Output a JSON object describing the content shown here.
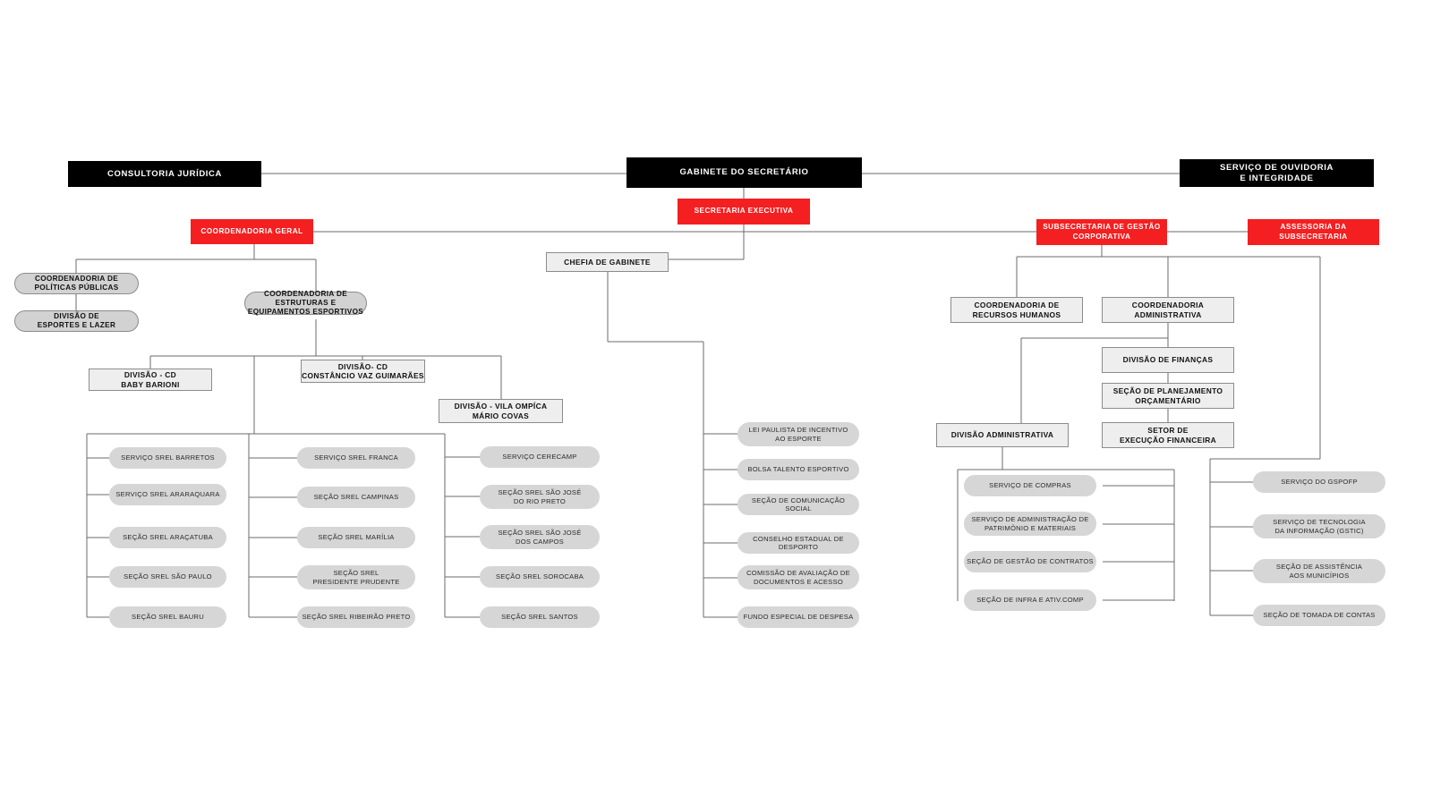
{
  "diagram": {
    "type": "org-chart",
    "title": "Organograma - Secretaria de Esportes",
    "colors": {
      "red": "#f41f20",
      "black": "#000000",
      "rect_fill": "#eeeeee",
      "rect_border": "#8c8c8c",
      "pill_fill": "#d6d6d6",
      "pill_dark_fill": "#d2d2d2",
      "line": "#6b6b6b",
      "background": "#ffffff"
    }
  },
  "nodes": {
    "consultoria_juridica": "CONSULTORIA JURÍDICA",
    "gabinete_do_secretario": "GABINETE DO SECRETÁRIO",
    "servico_de_ouvidoria": "SERVIÇO DE OUVIDORIA\nE INTEGRIDADE",
    "secretaria_executiva": "SECRETARIA EXECUTIVA",
    "coordenadoria_geral": "COORDENADORIA GERAL",
    "subsecretaria_gestao": "SUBSECRETARIA DE GESTÃO\nCORPORATIVA",
    "assessoria_subsecretaria": "ASSESSORIA DA\nSUBSECRETARIA",
    "chefia_de_gabinete": "CHEFIA DE GABINETE",
    "coordenadoria_politicas": "COORDENADORIA DE\nPOLÍTICAS PÚBLICAS",
    "divisao_esportes_lazer": "DIVISÃO DE\nESPORTES E LAZER",
    "coordenadoria_estruturas": "COORDENADORIA DE ESTRUTURAS E\nEQUIPAMENTOS ESPORTIVOS",
    "divisao_cd_baby": "DIVISÃO - CD\nBABY BARIONI",
    "divisao_cd_constancio": "DIVISÃO- CD\nCONSTÂNCIO VAZ GUIMARÃES",
    "divisao_vila_ompica": "DIVISÃO - VILA OMPÍCA\nMÁRIO COVAS",
    "coordenadoria_rh": "COORDENADORIA DE\nRECURSOS HUMANOS",
    "coordenadoria_administrativa": "COORDENADORIA\nADMINISTRATIVA",
    "divisao_financas": "DIVISÃO DE FINANÇAS",
    "secao_planejamento": "SEÇÃO DE PLANEJAMENTO\nORÇAMENTÁRIO",
    "setor_execucao": "SETOR DE\nEXECUÇÃO FINANCEIRA",
    "divisao_administrativa": "DIVISÃO ADMINISTRATIVA"
  },
  "columns": {
    "srel_col1": [
      "SERVIÇO SREL BARRETOS",
      "SERVIÇO SREL ARARAQUARA",
      "SEÇÃO SREL ARAÇATUBA",
      "SEÇÃO SREL SÃO PAULO",
      "SEÇÃO SREL BAURU"
    ],
    "srel_col2": [
      "SERVIÇO SREL FRANCA",
      "SEÇÃO SREL CAMPINAS",
      "SEÇÃO SREL MARÍLIA",
      "SEÇÃO SREL\nPRESIDENTE PRUDENTE",
      "SEÇÃO SREL RIBEIRÃO PRETO"
    ],
    "srel_col3": [
      "SERVIÇO CERECAMP",
      "SEÇÃO  SREL SÃO JOSÉ\nDO RIO PRETO",
      "SEÇÃO  SREL SÃO JOSÉ\nDOS CAMPOS",
      "SEÇÃO SREL SOROCABA",
      "SEÇÃO SREL SANTOS"
    ],
    "gabinete_col": [
      "LEI PAULISTA DE INCENTIVO\nAO ESPORTE",
      "BOLSA TALENTO ESPORTIVO",
      "SEÇÃO DE COMUNICAÇÃO SOCIAL",
      "CONSELHO ESTADUAL DE DESPORTO",
      "COMISSÃO DE AVALIAÇÃO DE\nDOCUMENTOS E ACESSO",
      "FUNDO ESPECIAL DE DESPESA"
    ],
    "admin_col": [
      "SERVIÇO DE COMPRAS",
      "SERVIÇO DE ADMINISTRAÇÃO DE\nPATRIMÔNIO E MATERIAIS",
      "SEÇÃO DE GESTÃO DE CONTRATOS",
      "SEÇÃO DE INFRA E ATIV.COMP"
    ],
    "subsec_col": [
      "SERVIÇO DO GSPOFP",
      "SERVIÇO DE TECNOLOGIA\nDA INFORMAÇÃO (GSTIC)",
      "SEÇÃO DE ASSISTÊNCIA\nAOS MUNICÍPIOS",
      "SEÇÃO DE TOMADA DE CONTAS"
    ]
  }
}
